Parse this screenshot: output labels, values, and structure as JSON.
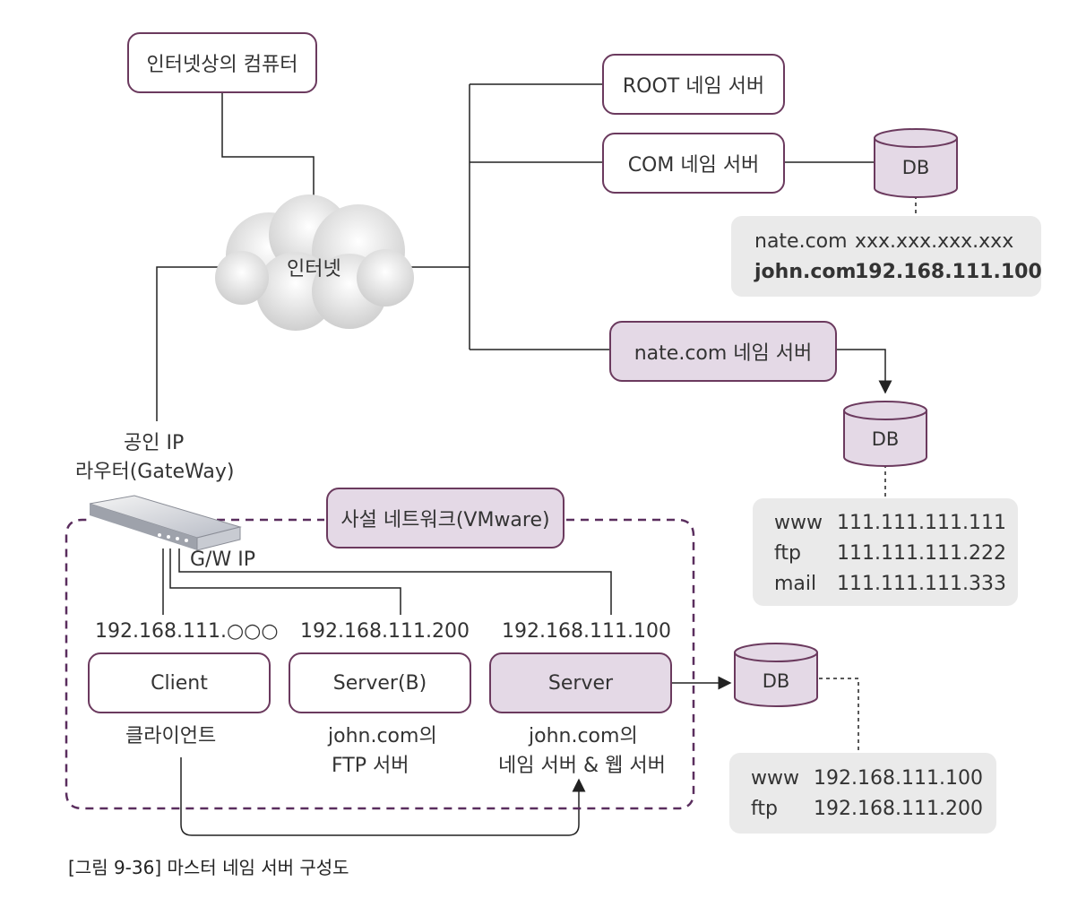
{
  "nodes": {
    "internet_computer": "인터넷상의 컴퓨터",
    "internet_cloud": "인터넷",
    "root_ns": "ROOT 네임 서버",
    "com_ns": "COM 네임 서버",
    "nate_ns": "nate.com 네임 서버",
    "private_network": "사설 네트워크(VMware)",
    "client": "Client",
    "server_b": "Server(B)",
    "server": "Server"
  },
  "router": {
    "line1": "공인 IP",
    "line2": "라우터(GateWay)",
    "gw_ip": "G/W IP"
  },
  "ips": {
    "client": "192.168.111.○○○",
    "server_b": "192.168.111.200",
    "server": "192.168.111.100"
  },
  "roles": {
    "client": "클라이언트",
    "server_b_1": "john.com의",
    "server_b_2": "FTP 서버",
    "server_1": "john.com의",
    "server_2": "네임 서버 & 웹 서버"
  },
  "db_label": "DB",
  "tables": {
    "com_db": [
      {
        "name": "nate.com",
        "value": "xxx.xxx.xxx.xxx",
        "bold": false
      },
      {
        "name": "john.com",
        "value": "192.168.111.100",
        "bold": true
      }
    ],
    "nate_db": [
      {
        "name": "www",
        "value": "111.111.111.111"
      },
      {
        "name": "ftp",
        "value": "111.111.111.222"
      },
      {
        "name": "mail",
        "value": "111.111.111.333"
      }
    ],
    "server_db": [
      {
        "name": "www",
        "value": "192.168.111.100"
      },
      {
        "name": "ftp",
        "value": "192.168.111.200"
      }
    ]
  },
  "caption": "[그림 9-36] 마스터 네임 서버 구성도",
  "colors": {
    "border": "#6b3a5e",
    "fill": "#e4d9e6",
    "table_bg": "#eaeaea",
    "line": "#222222"
  }
}
